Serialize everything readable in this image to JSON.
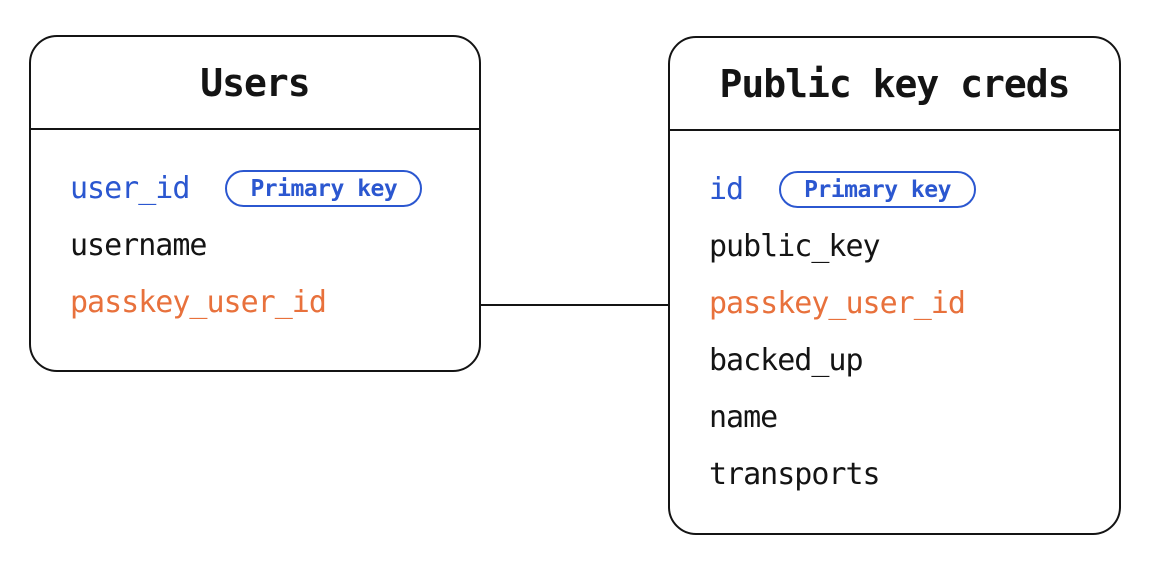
{
  "diagram": {
    "type": "entity-relationship",
    "colors": {
      "ink": "#141414",
      "primary_key_blue": "#2b57d0",
      "relation_orange": "#e8713c",
      "background": "#ffffff"
    },
    "badge_label": "Primary key",
    "tables": [
      {
        "title": "Users",
        "fields": [
          {
            "name": "user_id",
            "role": "primary",
            "badge": "Primary key"
          },
          {
            "name": "username",
            "role": "normal"
          },
          {
            "name": "passkey_user_id",
            "role": "foreign"
          }
        ]
      },
      {
        "title": "Public key creds",
        "fields": [
          {
            "name": "id",
            "role": "primary",
            "badge": "Primary key"
          },
          {
            "name": "public_key",
            "role": "normal"
          },
          {
            "name": "passkey_user_id",
            "role": "foreign"
          },
          {
            "name": "backed_up",
            "role": "normal"
          },
          {
            "name": "name",
            "role": "normal"
          },
          {
            "name": "transports",
            "role": "normal"
          }
        ]
      }
    ],
    "connector": {
      "from_table": "Users",
      "from_field": "passkey_user_id",
      "to_table": "Public key creds",
      "to_field": "passkey_user_id"
    }
  }
}
